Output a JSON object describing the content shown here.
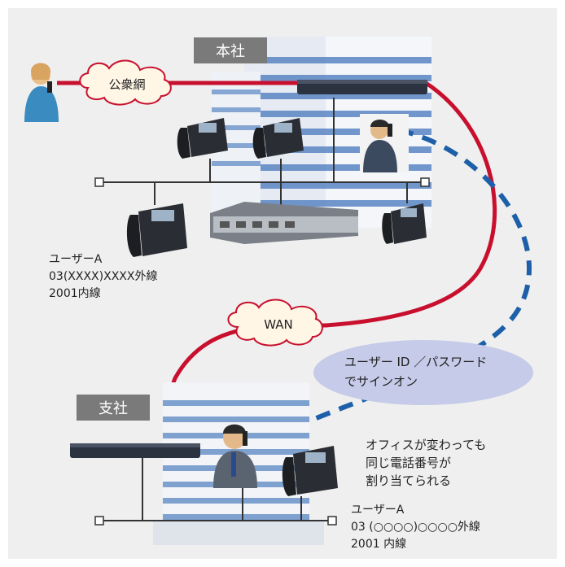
{
  "labels": {
    "honsha": "本社",
    "shisha": "支社",
    "public_network": "公衆網",
    "wan": "WAN",
    "signon_line1": "ユーザー ID ／パスワード",
    "signon_line2": "でサインオン",
    "note_line1": "オフィスが変わっても",
    "note_line2": "同じ電話番号が",
    "note_line3": "割り当てられる"
  },
  "user_hq": {
    "name": "ユーザーA",
    "external": "03(XXXX)XXXX外線",
    "internal": "2001内線"
  },
  "user_branch": {
    "name": "ユーザーA",
    "external": "03 (○○○○)○○○○外線",
    "internal": "2001 内線"
  },
  "colors": {
    "background": "#efefef",
    "link_red": "#c8102e",
    "dashed_blue": "#1d5fa8",
    "label_box": "#7a7a7a",
    "signon_bubble": "#c5cbe8"
  }
}
